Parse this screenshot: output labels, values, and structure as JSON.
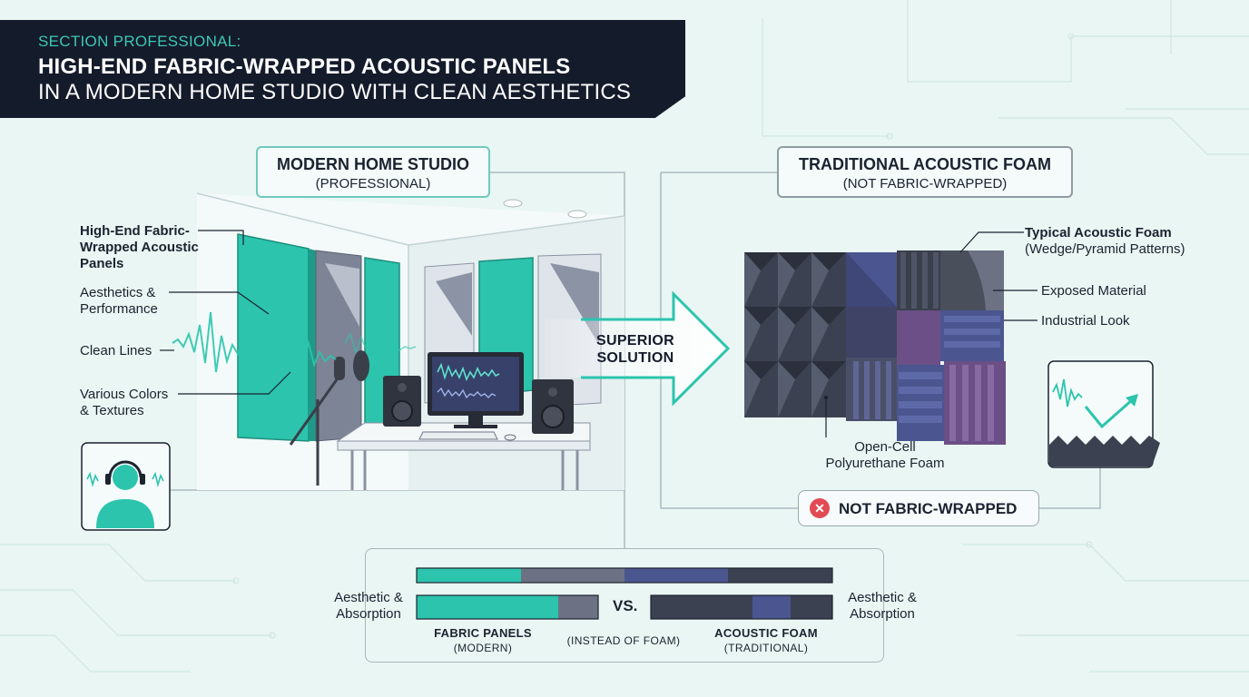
{
  "header": {
    "section_label": "SECTION PROFESSIONAL:",
    "title_line1": "HIGH-END FABRIC-WRAPPED ACOUSTIC PANELS",
    "title_line2": "IN A MODERN HOME STUDIO WITH CLEAN AESTHETICS"
  },
  "left_panel": {
    "title": "MODERN HOME STUDIO",
    "subtitle": "(PROFESSIONAL)",
    "callouts": {
      "main_line1": "High-End Fabric-",
      "main_line2": "Wrapped Acoustic",
      "main_line3": "Panels",
      "aesthetics_line1": "Aesthetics &",
      "aesthetics_line2": "Performance",
      "clean_lines": "Clean Lines",
      "colors_line1": "Various Colors",
      "colors_line2": "& Textures"
    }
  },
  "arrow": {
    "line1": "SUPERIOR",
    "line2": "SOLUTION"
  },
  "right_panel": {
    "title": "TRADITIONAL ACOUSTIC FOAM",
    "subtitle": "(NOT FABRIC-WRAPPED)",
    "callouts": {
      "typical_line1": "Typical Acoustic Foam",
      "typical_line2": "(Wedge/Pyramid Patterns)",
      "exposed": "Exposed Material",
      "industrial": "Industrial Look",
      "opencell_line1": "Open-Cell",
      "opencell_line2": "Polyurethane Foam"
    },
    "badge": {
      "icon": "x-circle-icon",
      "label": "NOT FABRIC-WRAPPED"
    }
  },
  "comparison": {
    "left_label_line1": "Aesthetic &",
    "left_label_line2": "Absorption",
    "right_label_line1": "Aesthetic &",
    "right_label_line2": "Absorption",
    "vs": "VS.",
    "fabric_title": "FABRIC PANELS",
    "fabric_sub": "(MODERN)",
    "middle_note": "(INSTEAD OF FOAM)",
    "foam_title": "ACOUSTIC FOAM",
    "foam_sub": "(TRADITIONAL)",
    "fabric_score_fraction": 0.78,
    "foam_score_highlight_fraction": 0.21
  },
  "colors": {
    "teal": "#2cc4ad",
    "navy": "#141b2b",
    "foam_dark": "#3b4150",
    "foam_blue": "#4b5690",
    "foam_purple": "#6b4f86",
    "alert_red": "#e24a55"
  }
}
